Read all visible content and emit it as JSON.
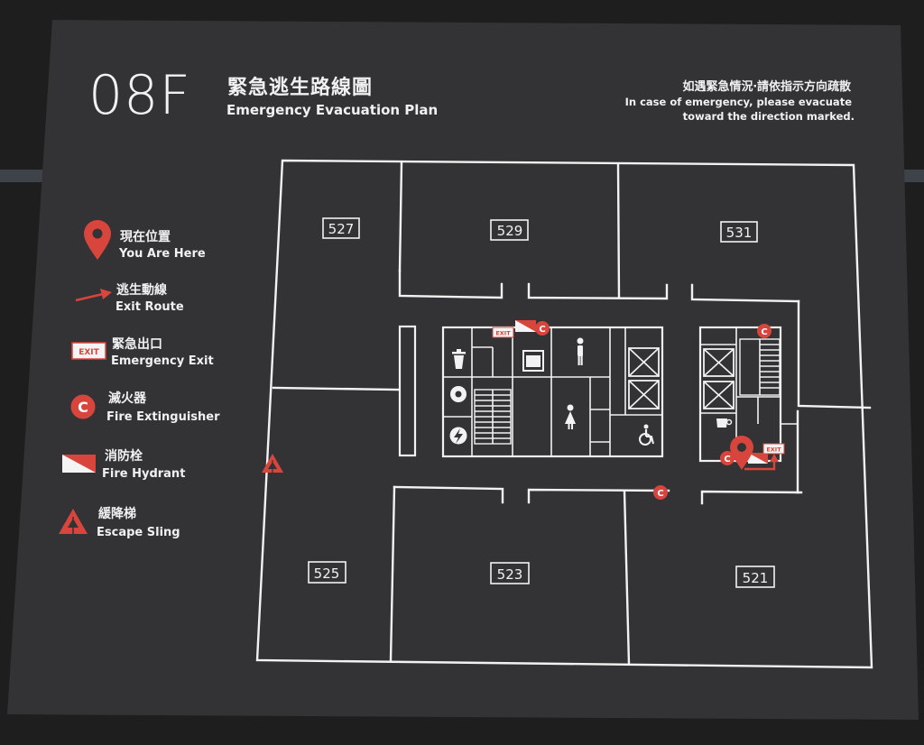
{
  "floor": "08F",
  "title_zh": "緊急逃生路線圖",
  "title_en": "Emergency Evacuation Plan",
  "notice_zh": "如遇緊急情況‧請依指示方向疏散",
  "notice_en_1": "In case of emergency, please evacuate",
  "notice_en_2": "toward the direction marked.",
  "legend": {
    "here_zh": "現在位置",
    "here_en": "You Are Here",
    "route_zh": "逃生動線",
    "route_en": "Exit Route",
    "exit_zh": "緊急出口",
    "exit_en": "Emergency Exit",
    "ext_zh": "滅火器",
    "ext_en": "Fire Extinguisher",
    "hydrant_zh": "消防栓",
    "hydrant_en": "Fire Hydrant",
    "sling_zh": "緩降梯",
    "sling_en": "Escape Sling"
  },
  "exit_sign_text": "EXIT",
  "extinguisher_letter": "C",
  "rooms": {
    "r527": "527",
    "r529": "529",
    "r531": "531",
    "r525": "525",
    "r523": "523",
    "r521": "521"
  },
  "colors": {
    "accent_red": "#d8453d",
    "board": "#333335",
    "line": "#f2f2f2"
  },
  "icon_names": [
    "location-pin-icon",
    "exit-route-arrow-icon",
    "exit-sign-icon",
    "fire-extinguisher-icon",
    "fire-hydrant-icon",
    "escape-sling-icon",
    "elevator-icon",
    "stairs-icon",
    "trash-icon",
    "gear-icon",
    "electric-icon",
    "washing-machine-icon",
    "male-restroom-icon",
    "female-restroom-icon",
    "accessible-icon",
    "coffee-icon"
  ]
}
